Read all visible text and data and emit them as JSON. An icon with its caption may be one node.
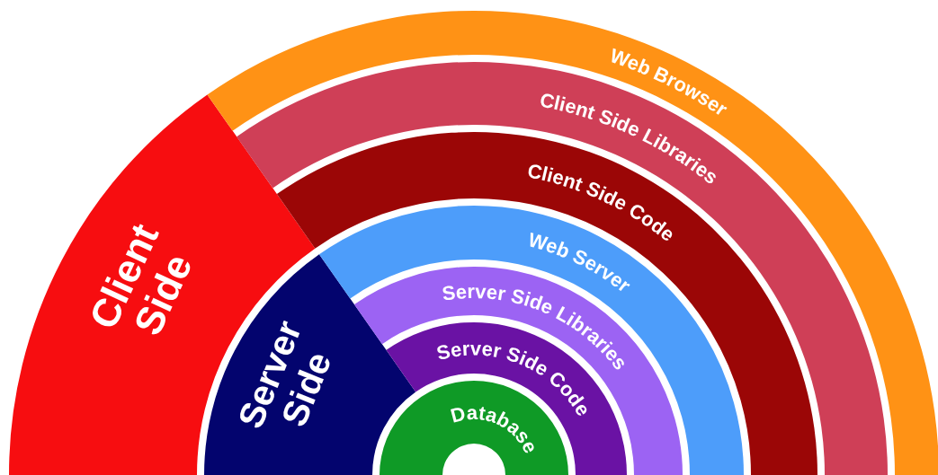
{
  "diagram": {
    "nodes": [
      {
        "text": [
          "Client Side"
        ]
      },
      {
        "text": [
          "Web Browser"
        ]
      },
      {
        "text": [
          "Client Side Libraries"
        ]
      },
      {
        "text": [
          "Client Side Code"
        ]
      },
      {
        "text": [
          "Server Side"
        ]
      },
      {
        "text": [
          "Web Server"
        ]
      },
      {
        "text": [
          "Server Side Libraries"
        ]
      },
      {
        "text": [
          "Server Side Code"
        ]
      },
      {
        "text": [
          "Database"
        ]
      }
    ]
  }
}
